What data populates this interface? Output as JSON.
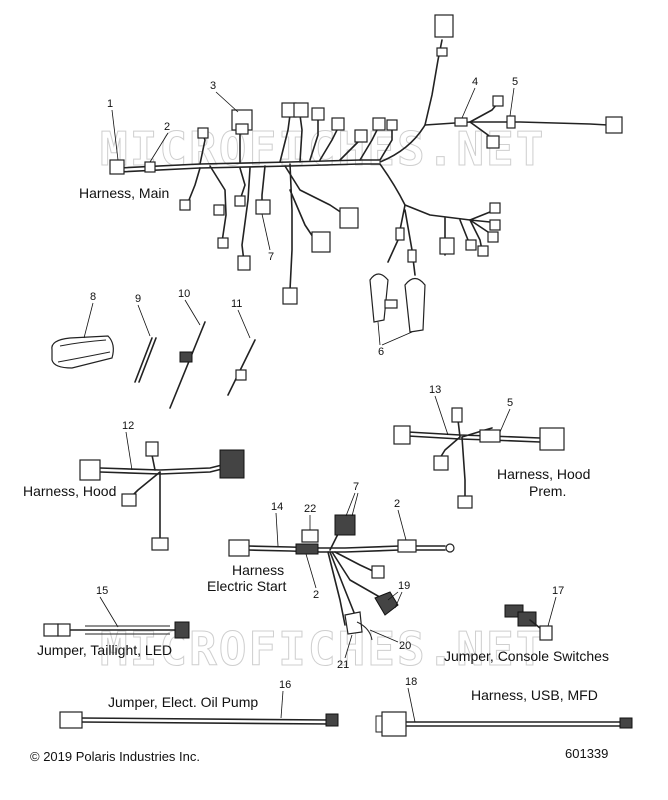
{
  "watermark": {
    "top": "MICROFICHES.NET",
    "bottom": "MICROFICHES.NET"
  },
  "labels": {
    "harness_main": "Harness, Main",
    "harness_hood": "Harness, Hood",
    "harness_hood_prem_line1": "Harness, Hood",
    "harness_hood_prem_line2": "Prem.",
    "harness_start_line1": "Harness",
    "harness_start_line2": "Electric Start",
    "jumper_taillight": "Jumper, Taillight, LED",
    "jumper_console": "Jumper, Console Switches",
    "jumper_oil_pump": "Jumper, Elect. Oil Pump",
    "harness_usb": "Harness, USB, MFD"
  },
  "callouts": {
    "c1": "1",
    "c2": "2",
    "c3": "3",
    "c4": "4",
    "c5": "5",
    "c6": "6",
    "c7": "7",
    "c8": "8",
    "c9": "9",
    "c10": "10",
    "c11": "11",
    "c12": "12",
    "c13": "13",
    "c5b": "5",
    "c14": "14",
    "c22": "22",
    "c7b": "7",
    "c2b": "2",
    "c2c": "2",
    "c19": "19",
    "c20": "20",
    "c21": "21",
    "c15": "15",
    "c17": "17",
    "c16": "16",
    "c18": "18"
  },
  "footer": {
    "copyright": "© 2019 Polaris Industries Inc.",
    "diagram_number": "601339"
  }
}
